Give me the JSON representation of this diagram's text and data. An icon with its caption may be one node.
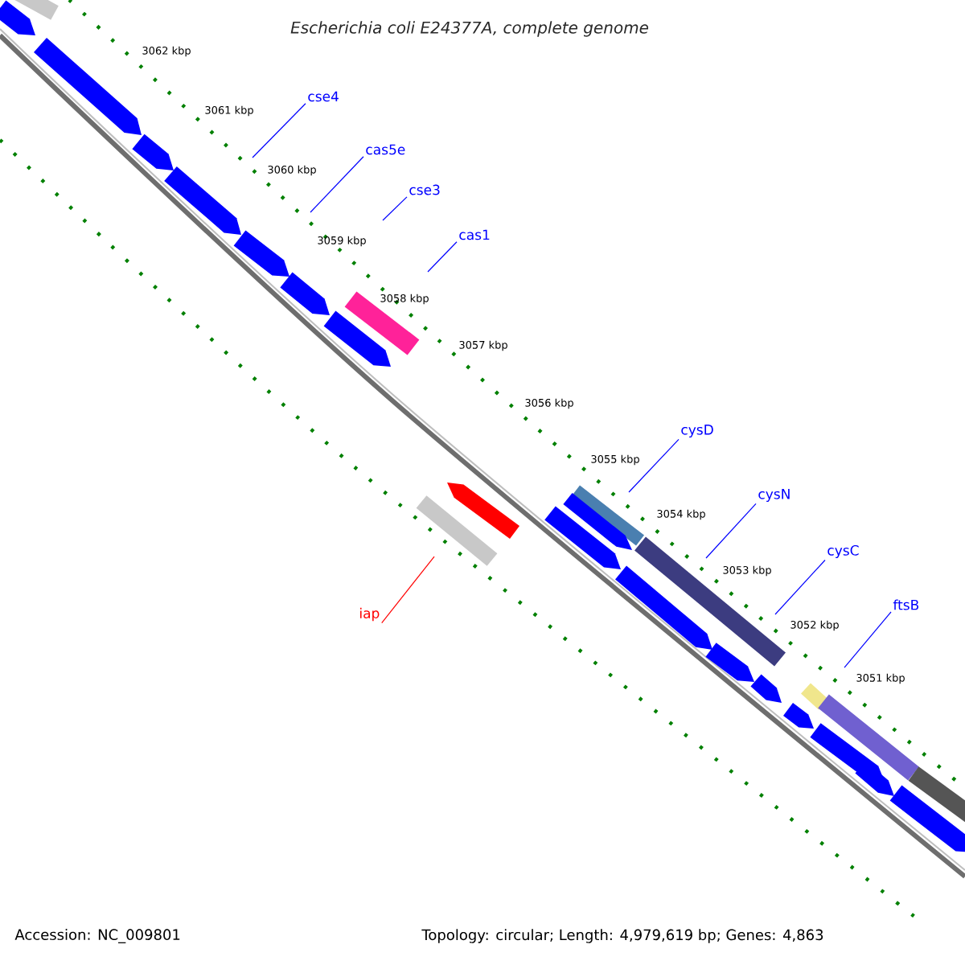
{
  "diagram": {
    "title": "Escherichia coli E24377A, complete genome",
    "nodes": [
      {
        "text": [
          "cse4"
        ]
      },
      {
        "text": [
          "cas5e"
        ]
      },
      {
        "text": [
          "cse3"
        ]
      },
      {
        "text": [
          "cas1"
        ]
      },
      {
        "text": [
          "cysD"
        ]
      },
      {
        "text": [
          "cysN"
        ]
      },
      {
        "text": [
          "cysC"
        ]
      },
      {
        "text": [
          "ftsB"
        ]
      },
      {
        "text": [
          "iap"
        ]
      }
    ],
    "edges": [
      {
        "from": 0,
        "to": null,
        "arrow": "none"
      },
      {
        "from": 1,
        "to": null,
        "arrow": "none"
      },
      {
        "from": 2,
        "to": null,
        "arrow": "none"
      },
      {
        "from": 3,
        "to": null,
        "arrow": "none"
      },
      {
        "from": 4,
        "to": null,
        "arrow": "none"
      },
      {
        "from": 5,
        "to": null,
        "arrow": "none"
      },
      {
        "from": 6,
        "to": null,
        "arrow": "none"
      },
      {
        "from": 7,
        "to": null,
        "arrow": "none"
      },
      {
        "from": 8,
        "to": null,
        "arrow": "none",
        "color": "#ff0000"
      }
    ],
    "labels": [
      "3062 kbp",
      "3061 kbp",
      "3060 kbp",
      "3059 kbp",
      "3058 kbp",
      "3057 kbp",
      "3056 kbp",
      "3055 kbp",
      "3054 kbp",
      "3053 kbp",
      "3052 kbp",
      "3051 kbp",
      "Accession: NC_009801",
      "Topology: circular; Length: 4,979,619 bp; Genes: 4,863"
    ]
  }
}
